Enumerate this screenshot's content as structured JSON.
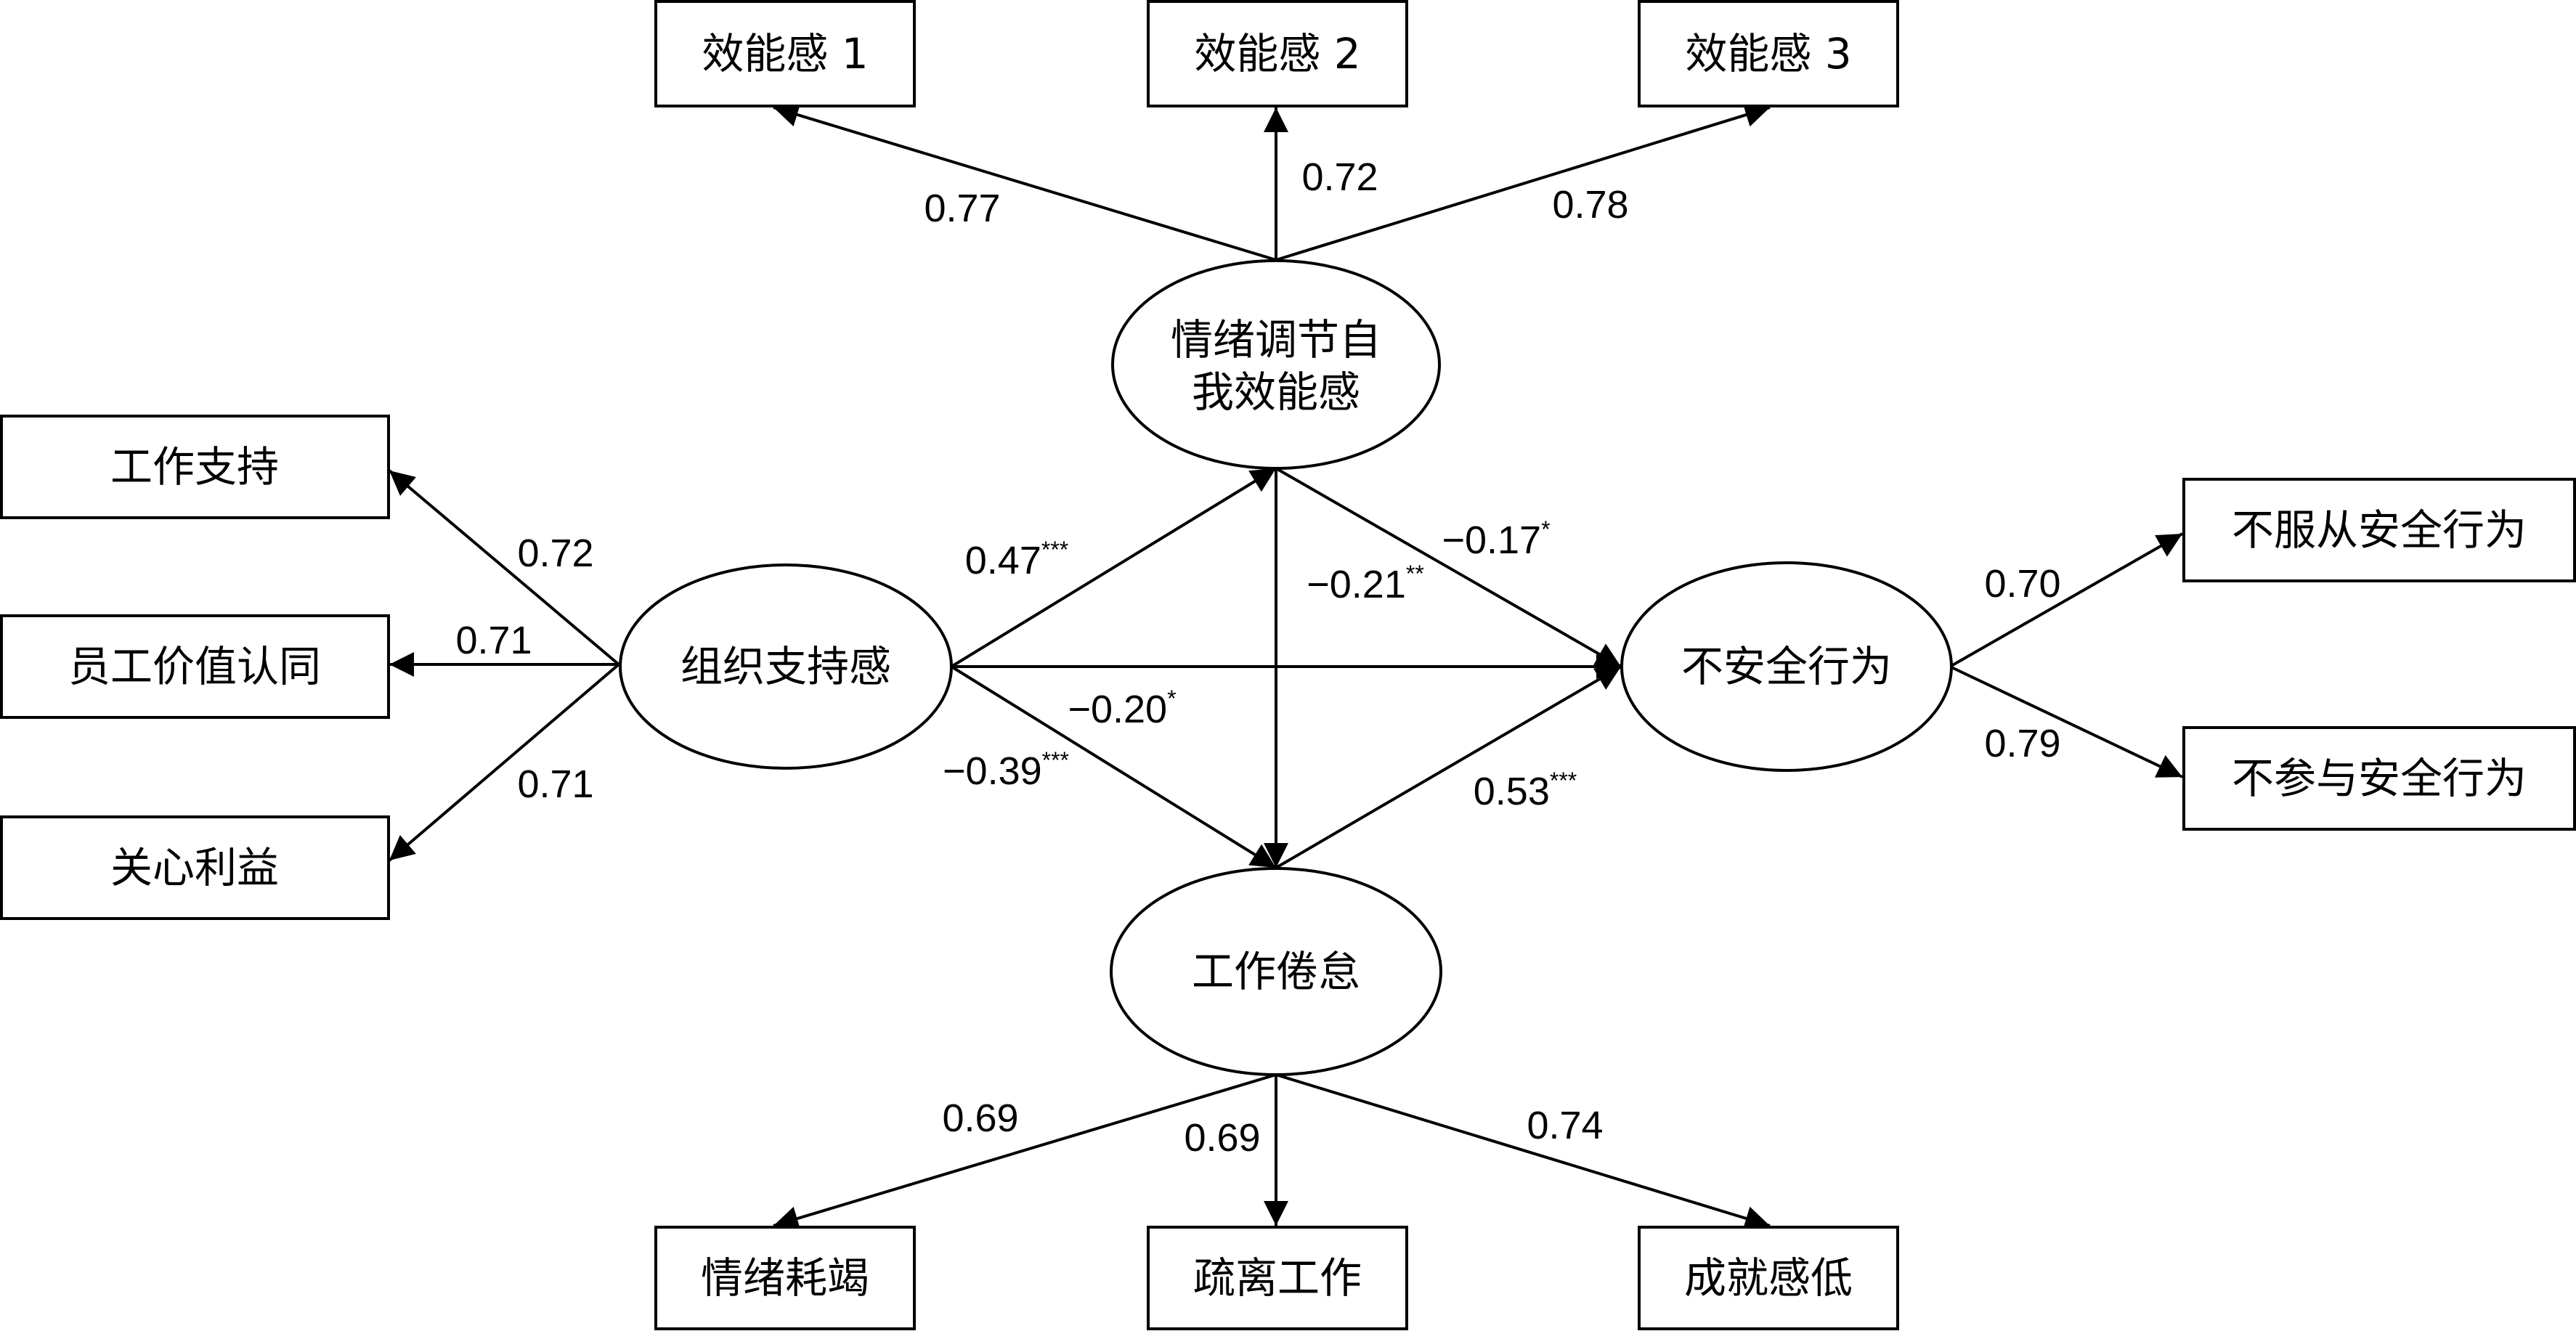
{
  "colors": {
    "stroke": "#000000",
    "fill": "#ffffff",
    "text": "#000000"
  },
  "nodes": {
    "efficacy1": "效能感 1",
    "efficacy2": "效能感 2",
    "efficacy3": "效能感 3",
    "emotion_efficacy_line1": "情绪调节自",
    "emotion_efficacy_line2": "我效能感",
    "work_support": "工作支持",
    "employee_value": "员工价值认同",
    "care_benefit": "关心利益",
    "org_support": "组织支持感",
    "unsafe_behavior": "不安全行为",
    "noncompliance": "不服从安全行为",
    "nonparticipation": "不参与安全行为",
    "burnout": "工作倦怠",
    "exhaustion": "情绪耗竭",
    "detachment": "疏离工作",
    "low_achievement": "成就感低"
  },
  "coefficients": {
    "ee_e1": {
      "value": "0.77",
      "sig": ""
    },
    "ee_e2": {
      "value": "0.72",
      "sig": ""
    },
    "ee_e3": {
      "value": "0.78",
      "sig": ""
    },
    "os_ws": {
      "value": "0.72",
      "sig": ""
    },
    "os_ev": {
      "value": "0.71",
      "sig": ""
    },
    "os_cb": {
      "value": "0.71",
      "sig": ""
    },
    "os_ee": {
      "value": "0.47",
      "sig": "***"
    },
    "ee_ub": {
      "value": "−0.17",
      "sig": "*"
    },
    "ee_bo": {
      "value": "−0.21",
      "sig": "**"
    },
    "os_ub": {
      "value": "−0.20",
      "sig": "*"
    },
    "os_bo": {
      "value": "−0.39",
      "sig": "***"
    },
    "bo_ub": {
      "value": "0.53",
      "sig": "***"
    },
    "ub_nc": {
      "value": "0.70",
      "sig": ""
    },
    "ub_np": {
      "value": "0.79",
      "sig": ""
    },
    "bo_ex": {
      "value": "0.69",
      "sig": ""
    },
    "bo_de": {
      "value": "0.69",
      "sig": ""
    },
    "bo_la": {
      "value": "0.74",
      "sig": ""
    }
  }
}
